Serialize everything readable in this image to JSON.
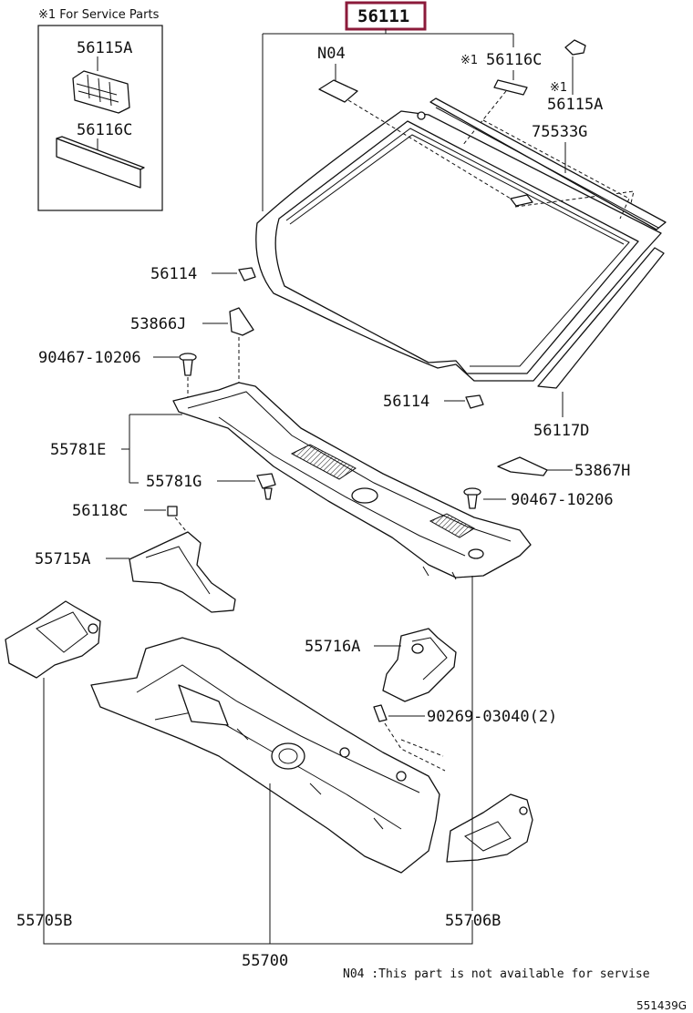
{
  "diagram": {
    "header_part": "56111",
    "service_box_title": "※1 For Service Parts",
    "labels": {
      "p56115A_box": "56115A",
      "p56116C_box": "56116C",
      "N04": "N04",
      "p56116C_top": "56116C",
      "mark1_a": "※1",
      "mark1_b": "※1",
      "p56115A_top": "56115A",
      "p75533G": "75533G",
      "p56114_a": "56114",
      "p53866J": "53866J",
      "p90467_a": "90467-10206",
      "p56114_b": "56114",
      "p56117D": "56117D",
      "p55781E": "55781E",
      "p53867H": "53867H",
      "p55781G": "55781G",
      "p90467_b": "90467-10206",
      "p56118C": "56118C",
      "p55715A": "55715A",
      "p55716A": "55716A",
      "p90269": "90269-03040(2)",
      "p55705B": "55705B",
      "p55706B": "55706B",
      "p55700": "55700"
    },
    "footnote": "N04 :This part is not available for servise",
    "figure_code": "551439G",
    "header_box_color": "#8b1a3a"
  }
}
